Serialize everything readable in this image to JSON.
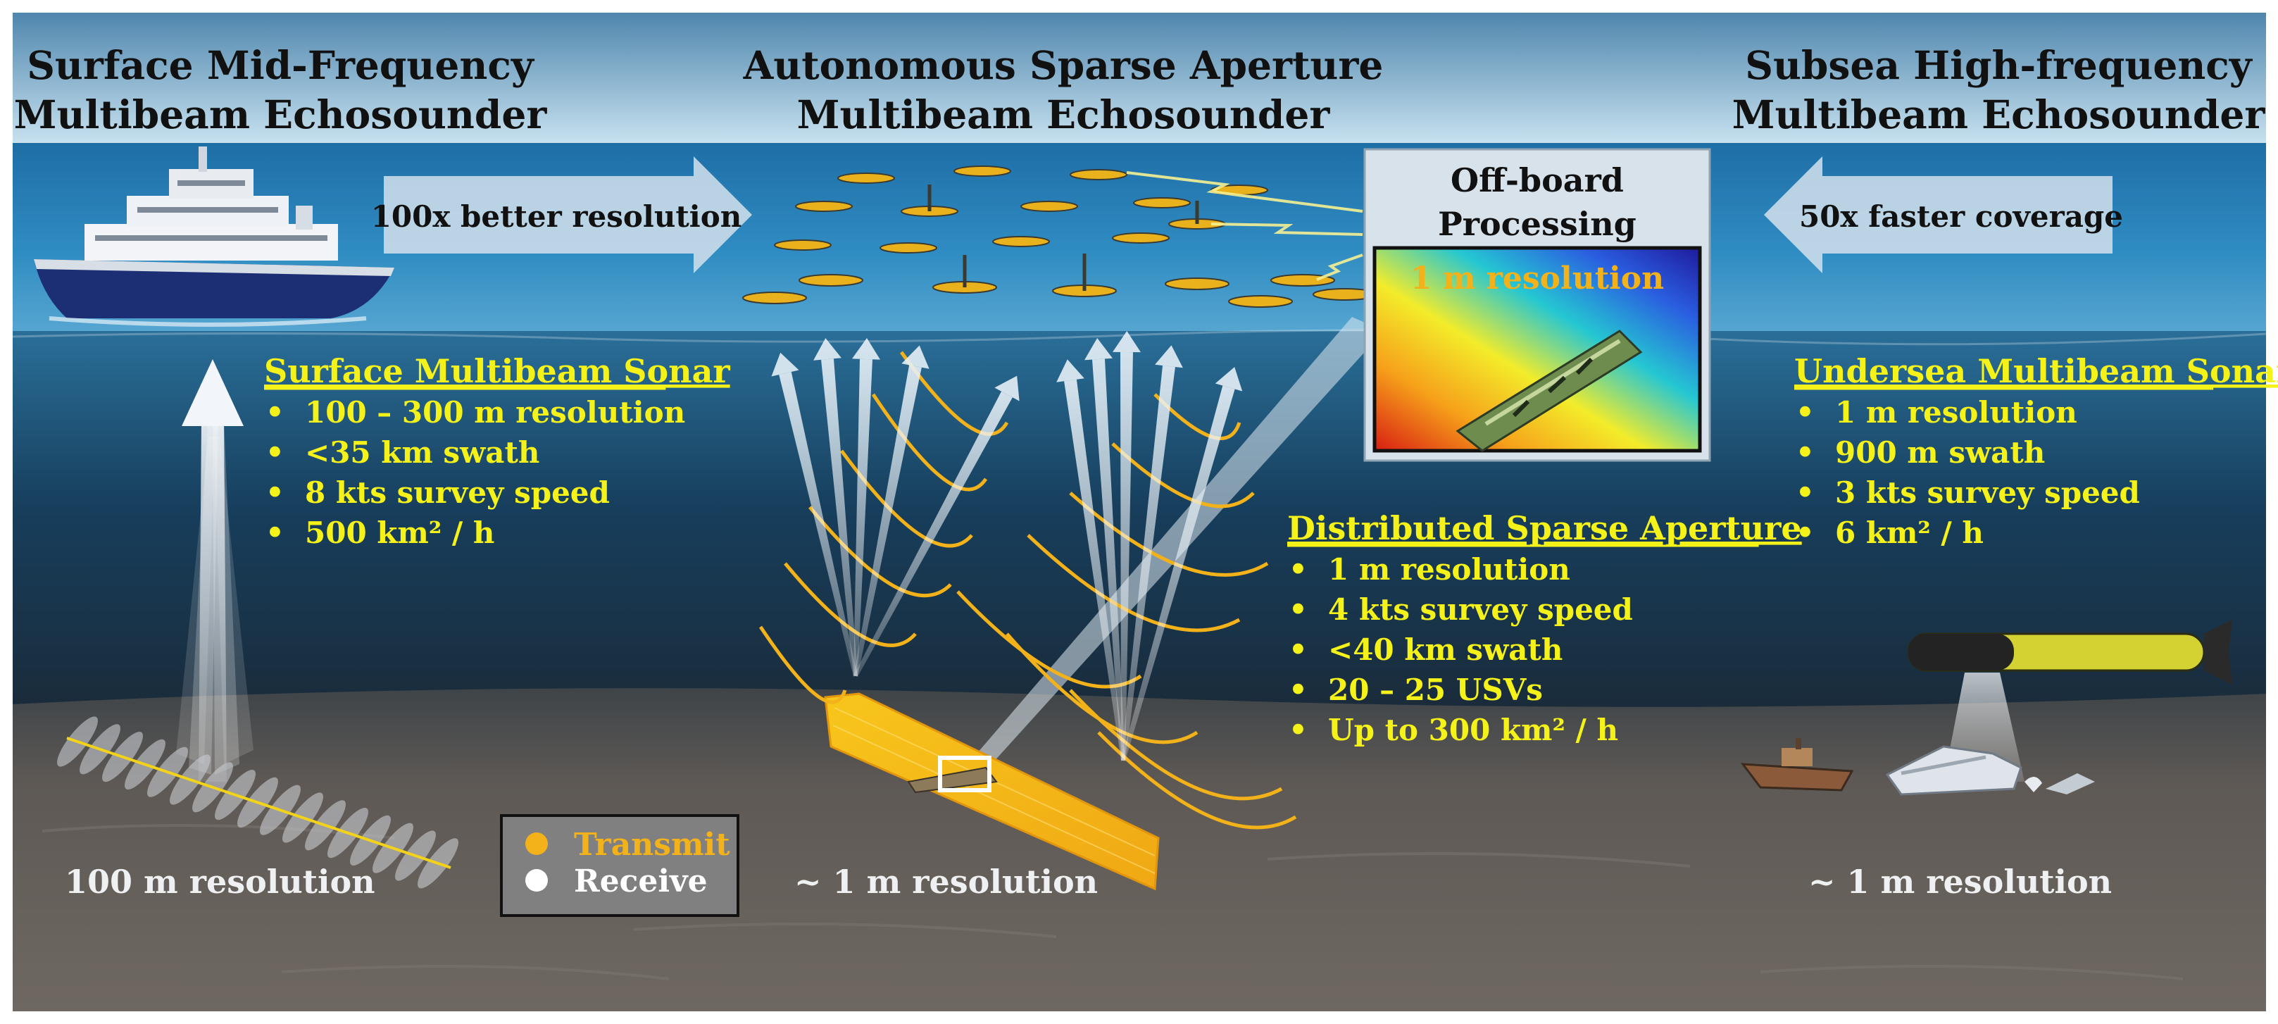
{
  "headers": {
    "left": [
      "Surface Mid-Frequency",
      "Multibeam Echosounder"
    ],
    "center": [
      "Autonomous Sparse Aperture",
      "Multibeam Echosounder"
    ],
    "right": [
      "Subsea High-frequency",
      "Multibeam Echosounder"
    ]
  },
  "arrows": {
    "left_label": "100x better resolution",
    "right_label": "50x faster coverage"
  },
  "offboard": {
    "title_lines": [
      "Off-board",
      "Processing"
    ],
    "image_label": "1 m resolution"
  },
  "sections": {
    "surface": {
      "title": "Surface Multibeam Sonar",
      "bullets": [
        "100 – 300 m resolution",
        "<35 km swath",
        "8 kts survey speed",
        "500 km² / h"
      ]
    },
    "undersea": {
      "title": "Undersea Multibeam Sonar",
      "bullets": [
        "1 m resolution",
        "900 m swath",
        "3 kts survey speed",
        "6 km² / h"
      ]
    },
    "distributed": {
      "title": "Distributed Sparse Aperture",
      "bullets": [
        "1 m resolution",
        "4 kts survey speed",
        "<40 km swath",
        "20 – 25 USVs",
        "Up to 300 km² / h"
      ]
    }
  },
  "bullet_symbol": "•",
  "bottom_labels": {
    "left": "100 m resolution",
    "center": "~ 1 m resolution",
    "right": "~ 1 m resolution"
  },
  "legend": {
    "transmit": "Transmit",
    "receive": "Receive"
  },
  "colors": {
    "sky_top": "#4f86ad",
    "sky_bottom": "#c7e1ef",
    "sea_surface": "#2f89c0",
    "deep_water": "#163a55",
    "seafloor": "#5e5955",
    "highlight_text": "#f5f21a",
    "transmit_orange": "#f3b21a",
    "arrow_fill": "#d3e2ec"
  },
  "icons": [
    "survey-ship-icon",
    "usv-swarm-icon",
    "auv-torpedo-icon",
    "shipwreck-icon",
    "bathymetry-map-image"
  ]
}
